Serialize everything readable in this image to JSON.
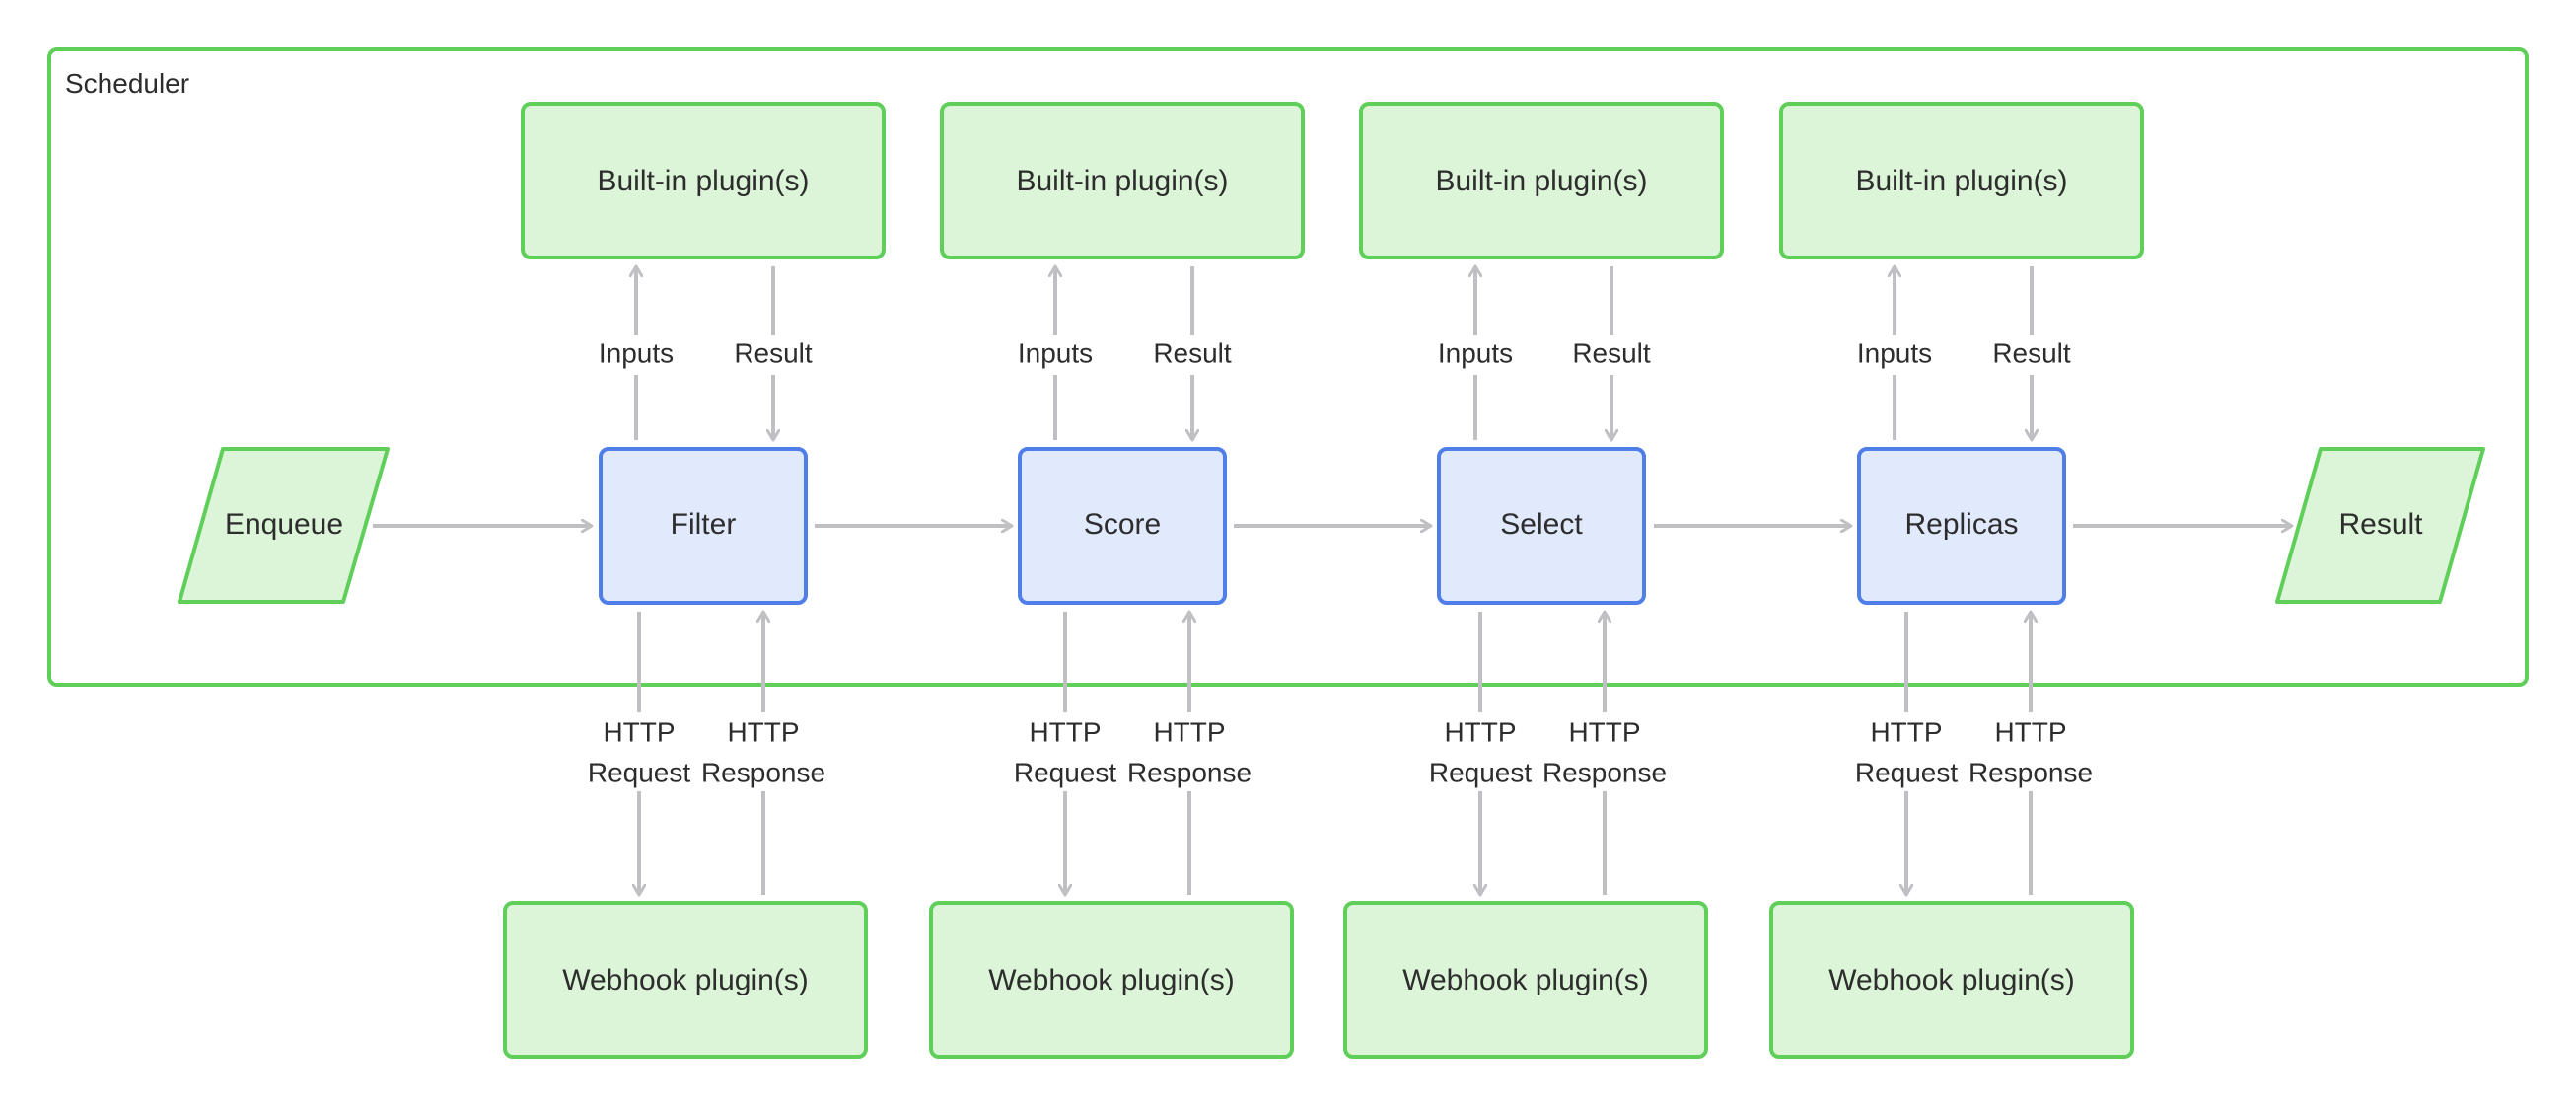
{
  "scheduler": {
    "label": "Scheduler"
  },
  "start": {
    "label": "Enqueue"
  },
  "end": {
    "label": "Result"
  },
  "stages": [
    {
      "name": "filter",
      "label": "Filter",
      "builtin": "Built-in plugin(s)",
      "webhook": "Webhook plugin(s)",
      "inputs": "Inputs",
      "result": "Result",
      "req1": "HTTP",
      "req2": "Request",
      "resp1": "HTTP",
      "resp2": "Response"
    },
    {
      "name": "score",
      "label": "Score",
      "builtin": "Built-in plugin(s)",
      "webhook": "Webhook plugin(s)",
      "inputs": "Inputs",
      "result": "Result",
      "req1": "HTTP",
      "req2": "Request",
      "resp1": "HTTP",
      "resp2": "Response"
    },
    {
      "name": "select",
      "label": "Select",
      "builtin": "Built-in plugin(s)",
      "webhook": "Webhook plugin(s)",
      "inputs": "Inputs",
      "result": "Result",
      "req1": "HTTP",
      "req2": "Request",
      "resp1": "HTTP",
      "resp2": "Response"
    },
    {
      "name": "replicas",
      "label": "Replicas",
      "builtin": "Built-in plugin(s)",
      "webhook": "Webhook plugin(s)",
      "inputs": "Inputs",
      "result": "Result",
      "req1": "HTTP",
      "req2": "Request",
      "resp1": "HTTP",
      "resp2": "Response"
    }
  ],
  "colors": {
    "green_border": "#5fcf5a",
    "green_fill": "#dcf5d8",
    "blue_border": "#4f7ee8",
    "blue_fill": "#e1e9fd",
    "arrow": "#c0c0c4",
    "text": "#2d2d2d"
  }
}
